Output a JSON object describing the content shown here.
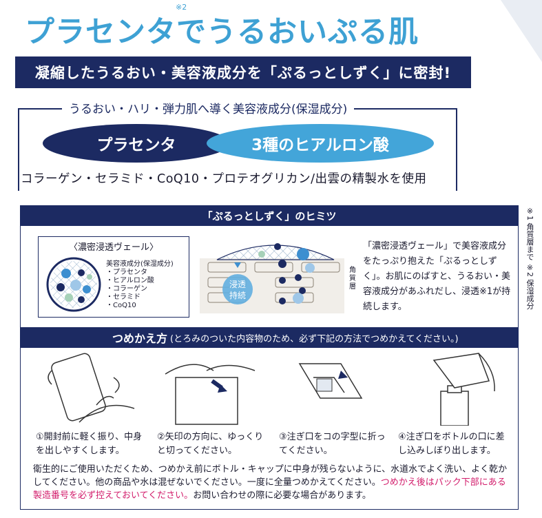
{
  "title": "プラセンタでうるおいぷる肌",
  "title_note": "※2",
  "banner": "凝縮したうるおい・美容液成分を「ぷるっとしずく」に密封!",
  "frame_heading": "うるおい・ハリ・弾力肌へ導く美容液成分(保湿成分)",
  "pill_left": "プラセンタ",
  "pill_right": "3種のヒアルロン酸",
  "ingredients": "コラーゲン・セラミド・CoQ10・プロテオグリカン/出雲の精製水を使用",
  "secret": {
    "heading": "「ぷるっとしずく」のヒミツ",
    "veil_title": "〈濃密浸透ヴェール〉",
    "veil_list_title": "美容液成分(保湿成分)",
    "veil_list": [
      "・プラセンタ",
      "・ヒアルロン酸",
      "・コラーゲン",
      "・セラミド",
      "・CoQ10"
    ],
    "penetration_line1": "浸透",
    "penetration_line2": "持続",
    "layer_label": "角質層",
    "explanation": "「濃密浸透ヴェール」で美容液成分をたっぷり抱えた「ぷるっとしずく」。お肌にのばすと、うるおい・美容液成分があふれだし、浸透※1が持続します。"
  },
  "side_note": "※1 角質層まで ※2 保湿成分",
  "refill": {
    "heading": "つめかえ方",
    "subheading": "(とろみのついた内容物のため、必ず下記の方法でつめかえてください。)",
    "steps": [
      "①開封前に軽く振り、中身を出しやすくします。",
      "②矢印の方向に、ゆっくりと切ってください。",
      "③注ぎ口をコの字型に折ってください。",
      "④注ぎ口をボトルの口に差し込みしぼり出します。"
    ]
  },
  "notes_plain": "衛生的にご使用いただくため、つめかえ前にボトル・キャップに中身が残らないように、水道水でよく洗い、よく乾かしてください。他の商品や水は混ぜないでください。一度に全量つめかえてください。",
  "notes_pink": "つめかえ後はパック下部にある製造番号を必ず控えておいてください。",
  "notes_tail": "お問い合わせの際に必要な場合があります。",
  "colors": {
    "navy": "#1c2a62",
    "sky": "#43a5d9",
    "pink": "#d21c6b"
  }
}
